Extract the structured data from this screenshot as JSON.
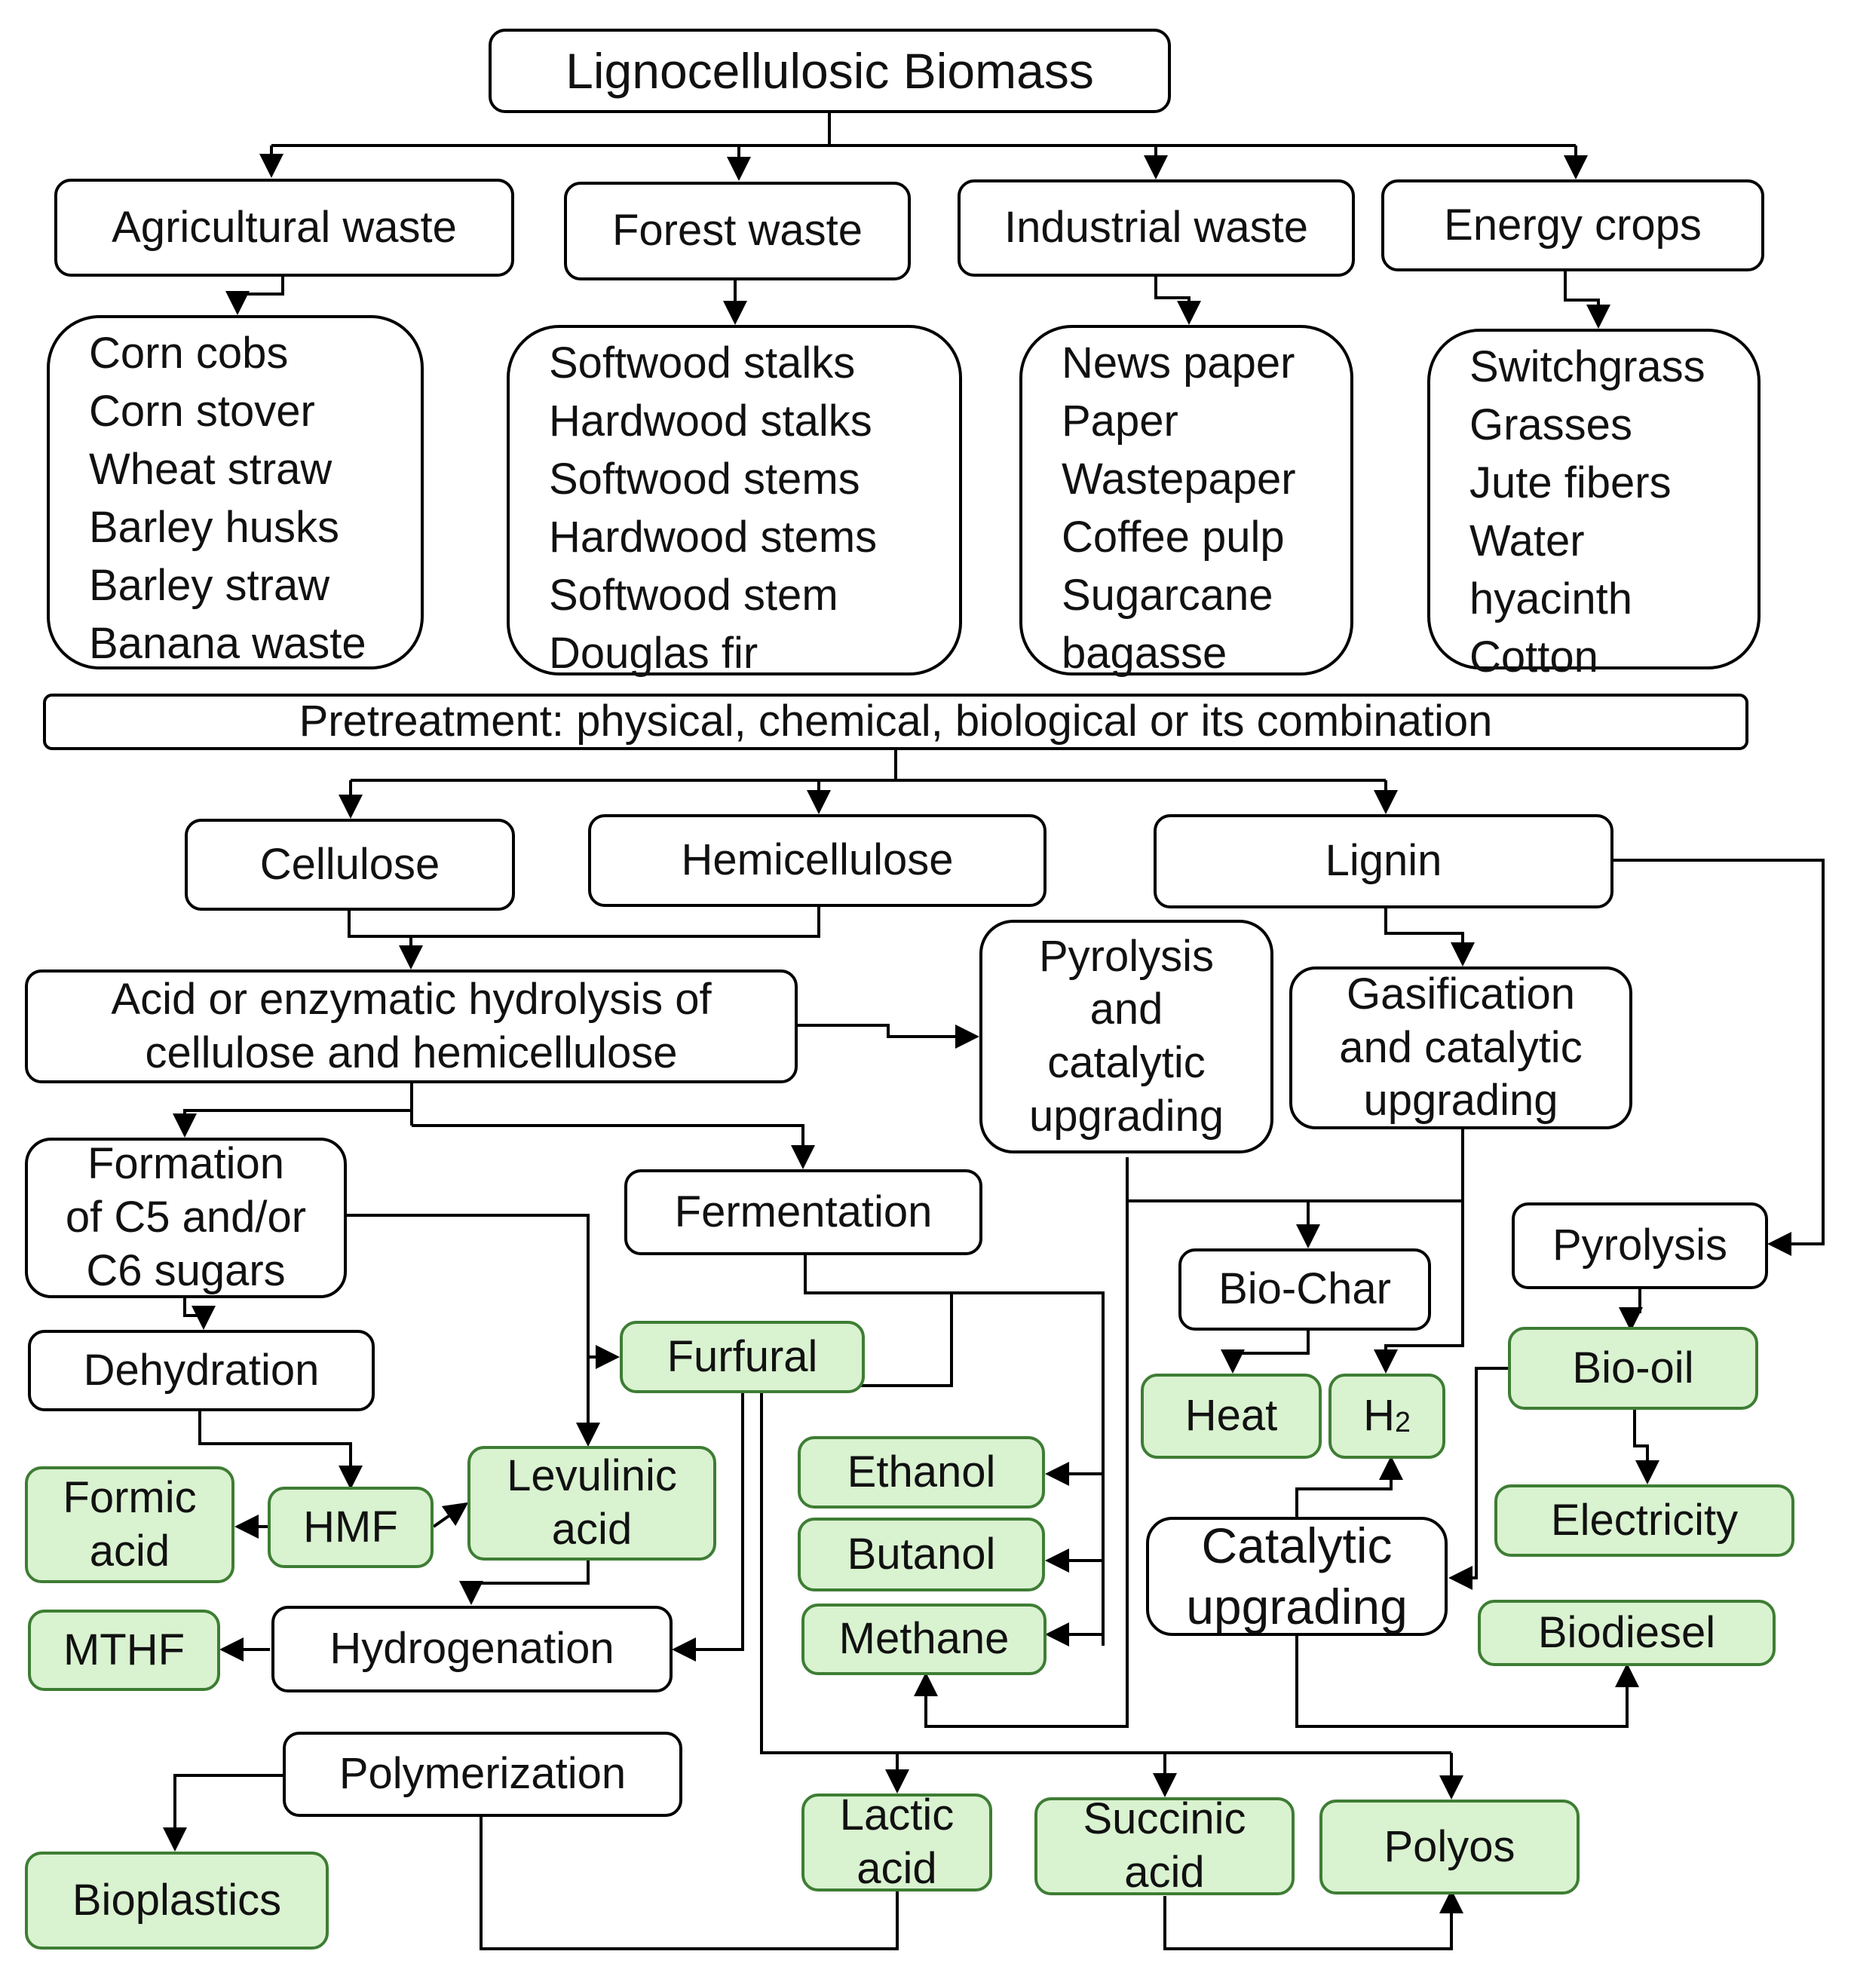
{
  "root": "Lignocellulosic Biomass",
  "categories": {
    "agricultural": "Agricultural waste",
    "forest": "Forest waste",
    "industrial": "Industrial waste",
    "energy": "Energy crops"
  },
  "lists": {
    "agricultural": [
      "Corn cobs",
      "Corn stover",
      "Wheat straw",
      "Barley husks",
      "Barley straw",
      "Banana waste"
    ],
    "forest": [
      "Softwood stalks",
      "Hardwood stalks",
      "Softwood stems",
      "Hardwood stems",
      "Softwood stem",
      "Douglas fir"
    ],
    "industrial": [
      "News paper",
      "Paper",
      "Wastepaper",
      "Coffee pulp",
      "Sugarcane",
      "bagasse"
    ],
    "energy": [
      "Switchgrass",
      "Grasses",
      "Jute fibers",
      "Water",
      "hyacinth",
      "Cotton"
    ]
  },
  "pretreatment": "Pretreatment: physical, chemical, biological or its combination",
  "components": {
    "cellulose": "Cellulose",
    "hemicellulose": "Hemicellulose",
    "lignin": "Lignin"
  },
  "processes": {
    "hydrolysis": [
      "Acid or enzymatic hydrolysis of",
      "cellulose and hemicellulose"
    ],
    "pyrolysis_upgrading": [
      "Pyrolysis",
      "and",
      "catalytic",
      "upgrading"
    ],
    "gasification": [
      "Gasification",
      "and catalytic",
      "upgrading"
    ],
    "sugars": [
      "Formation",
      "of C5 and/or",
      "C6 sugars"
    ],
    "fermentation": "Fermentation",
    "pyrolysis": "Pyrolysis",
    "dehydration": "Dehydration",
    "hydrogenation": "Hydrogenation",
    "catalytic_upgrading": [
      "Catalytic",
      "upgrading"
    ],
    "polymerization": "Polymerization"
  },
  "products": {
    "furfural": "Furfural",
    "biochar": "Bio-Char",
    "biooil": "Bio-oil",
    "heat": "Heat",
    "h2_main": "H",
    "h2_sub": "2",
    "formic_acid": [
      "Formic",
      "acid"
    ],
    "hmf": "HMF",
    "levulinic_acid": [
      "Levulinic",
      "acid"
    ],
    "ethanol": "Ethanol",
    "butanol": "Butanol",
    "methane": "Methane",
    "electricity": "Electricity",
    "biodiesel": "Biodiesel",
    "mthf": "MTHF",
    "lactic_acid": [
      "Lactic",
      "acid"
    ],
    "succinic_acid": [
      "Succinic",
      "acid"
    ],
    "polyos": "Polyos",
    "bioplastics": "Bioplastics"
  },
  "colors": {
    "product_fill": "#d9f2d0",
    "product_border": "#3e7d34",
    "line": "#000000"
  }
}
